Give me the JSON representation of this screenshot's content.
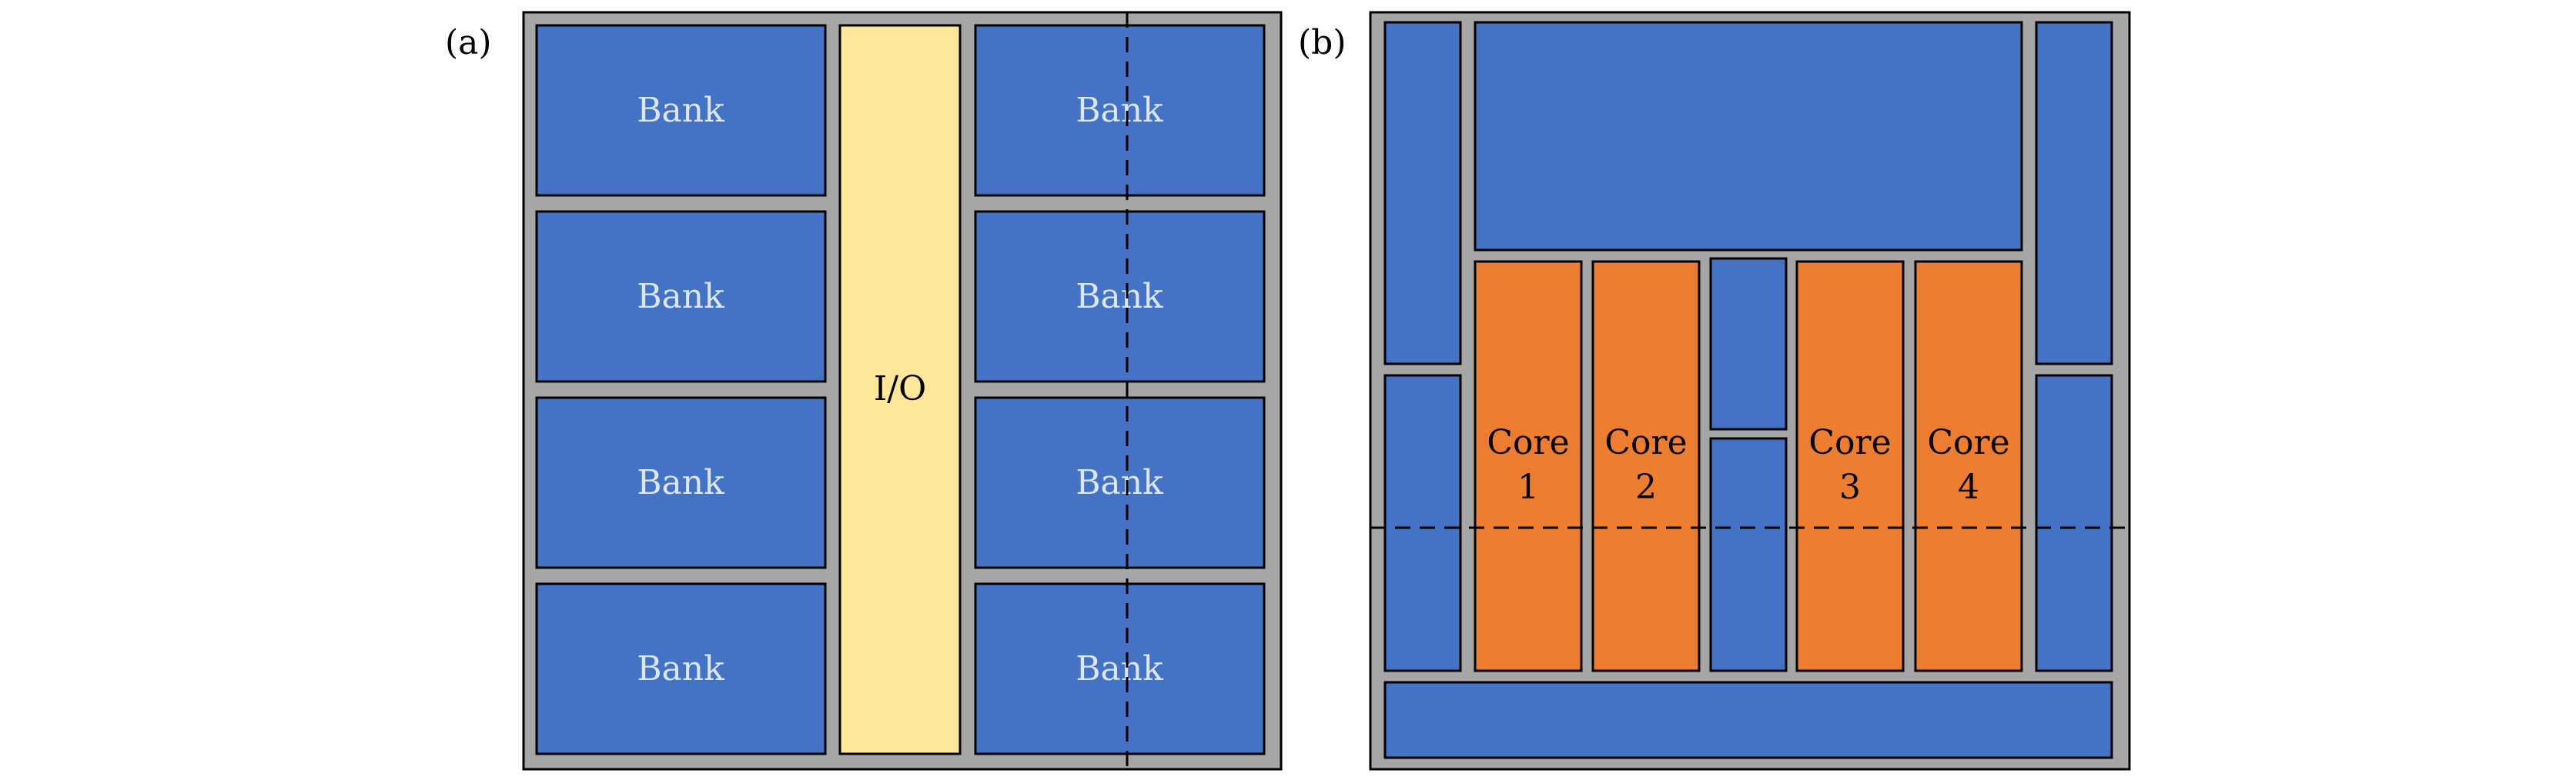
{
  "colors": {
    "die": "#a6a6a6",
    "bank": "#4472c4",
    "io": "#ffe699",
    "core": "#ed7d31",
    "outline": "#000000",
    "bank_text": "#dce6f2",
    "dark_text": "#000000"
  },
  "panel_a": {
    "label": "(a)",
    "bank_label": "Bank",
    "io_label": "I/O"
  },
  "panel_b": {
    "label": "(b)",
    "cores": [
      {
        "word": "Core",
        "number": "1"
      },
      {
        "word": "Core",
        "number": "2"
      },
      {
        "word": "Core",
        "number": "3"
      },
      {
        "word": "Core",
        "number": "4"
      }
    ]
  }
}
